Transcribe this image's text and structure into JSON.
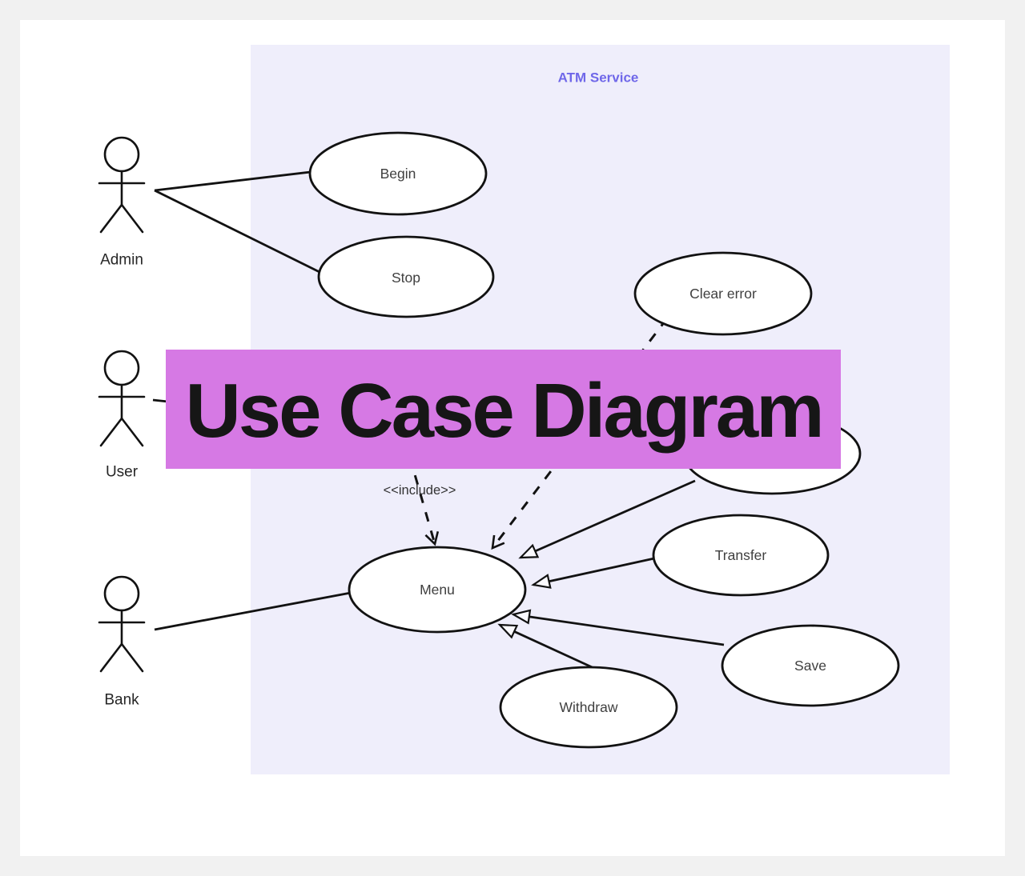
{
  "colors": {
    "page_bg": "#f1f1f1",
    "card_bg": "#ffffff",
    "panel_bg": "#efeefb",
    "panel_title_color": "#6f67e9",
    "banner_bg": "#d679e4",
    "banner_text_color": "#161616",
    "shape_stroke": "#121212",
    "clear_error_stroke": "#3b82f6",
    "label_color": "#3f3f3f"
  },
  "overlay": {
    "title": "Use Case Diagram"
  },
  "diagram": {
    "panel_title": "ATM Service",
    "stereotype_label": "<<include>>",
    "actors": [
      {
        "label": "Admin"
      },
      {
        "label": "User"
      },
      {
        "label": "Bank"
      }
    ],
    "use_cases": [
      {
        "label": "Begin"
      },
      {
        "label": "Stop"
      },
      {
        "label": "Clear error"
      },
      {
        "label": "Menu"
      },
      {
        "label": "Transfer"
      },
      {
        "label": "Save"
      },
      {
        "label": "Withdraw"
      },
      {
        "label": ""
      }
    ],
    "relationships": [
      {
        "from": "Admin",
        "to": "Begin",
        "type": "association"
      },
      {
        "from": "Admin",
        "to": "Stop",
        "type": "association"
      },
      {
        "from": "User",
        "to": "hidden use case",
        "type": "association"
      },
      {
        "from": "Bank",
        "to": "Menu",
        "type": "association"
      },
      {
        "from": "hidden use case",
        "to": "Menu",
        "type": "generalization"
      },
      {
        "from": "Transfer",
        "to": "Menu",
        "type": "generalization"
      },
      {
        "from": "Save",
        "to": "Menu",
        "type": "generalization"
      },
      {
        "from": "Withdraw",
        "to": "Menu",
        "type": "generalization"
      },
      {
        "from": "Clear error",
        "to": "Menu",
        "type": "dashed dependency"
      },
      {
        "from": "hidden source",
        "to": "Menu",
        "type": "include"
      }
    ]
  }
}
